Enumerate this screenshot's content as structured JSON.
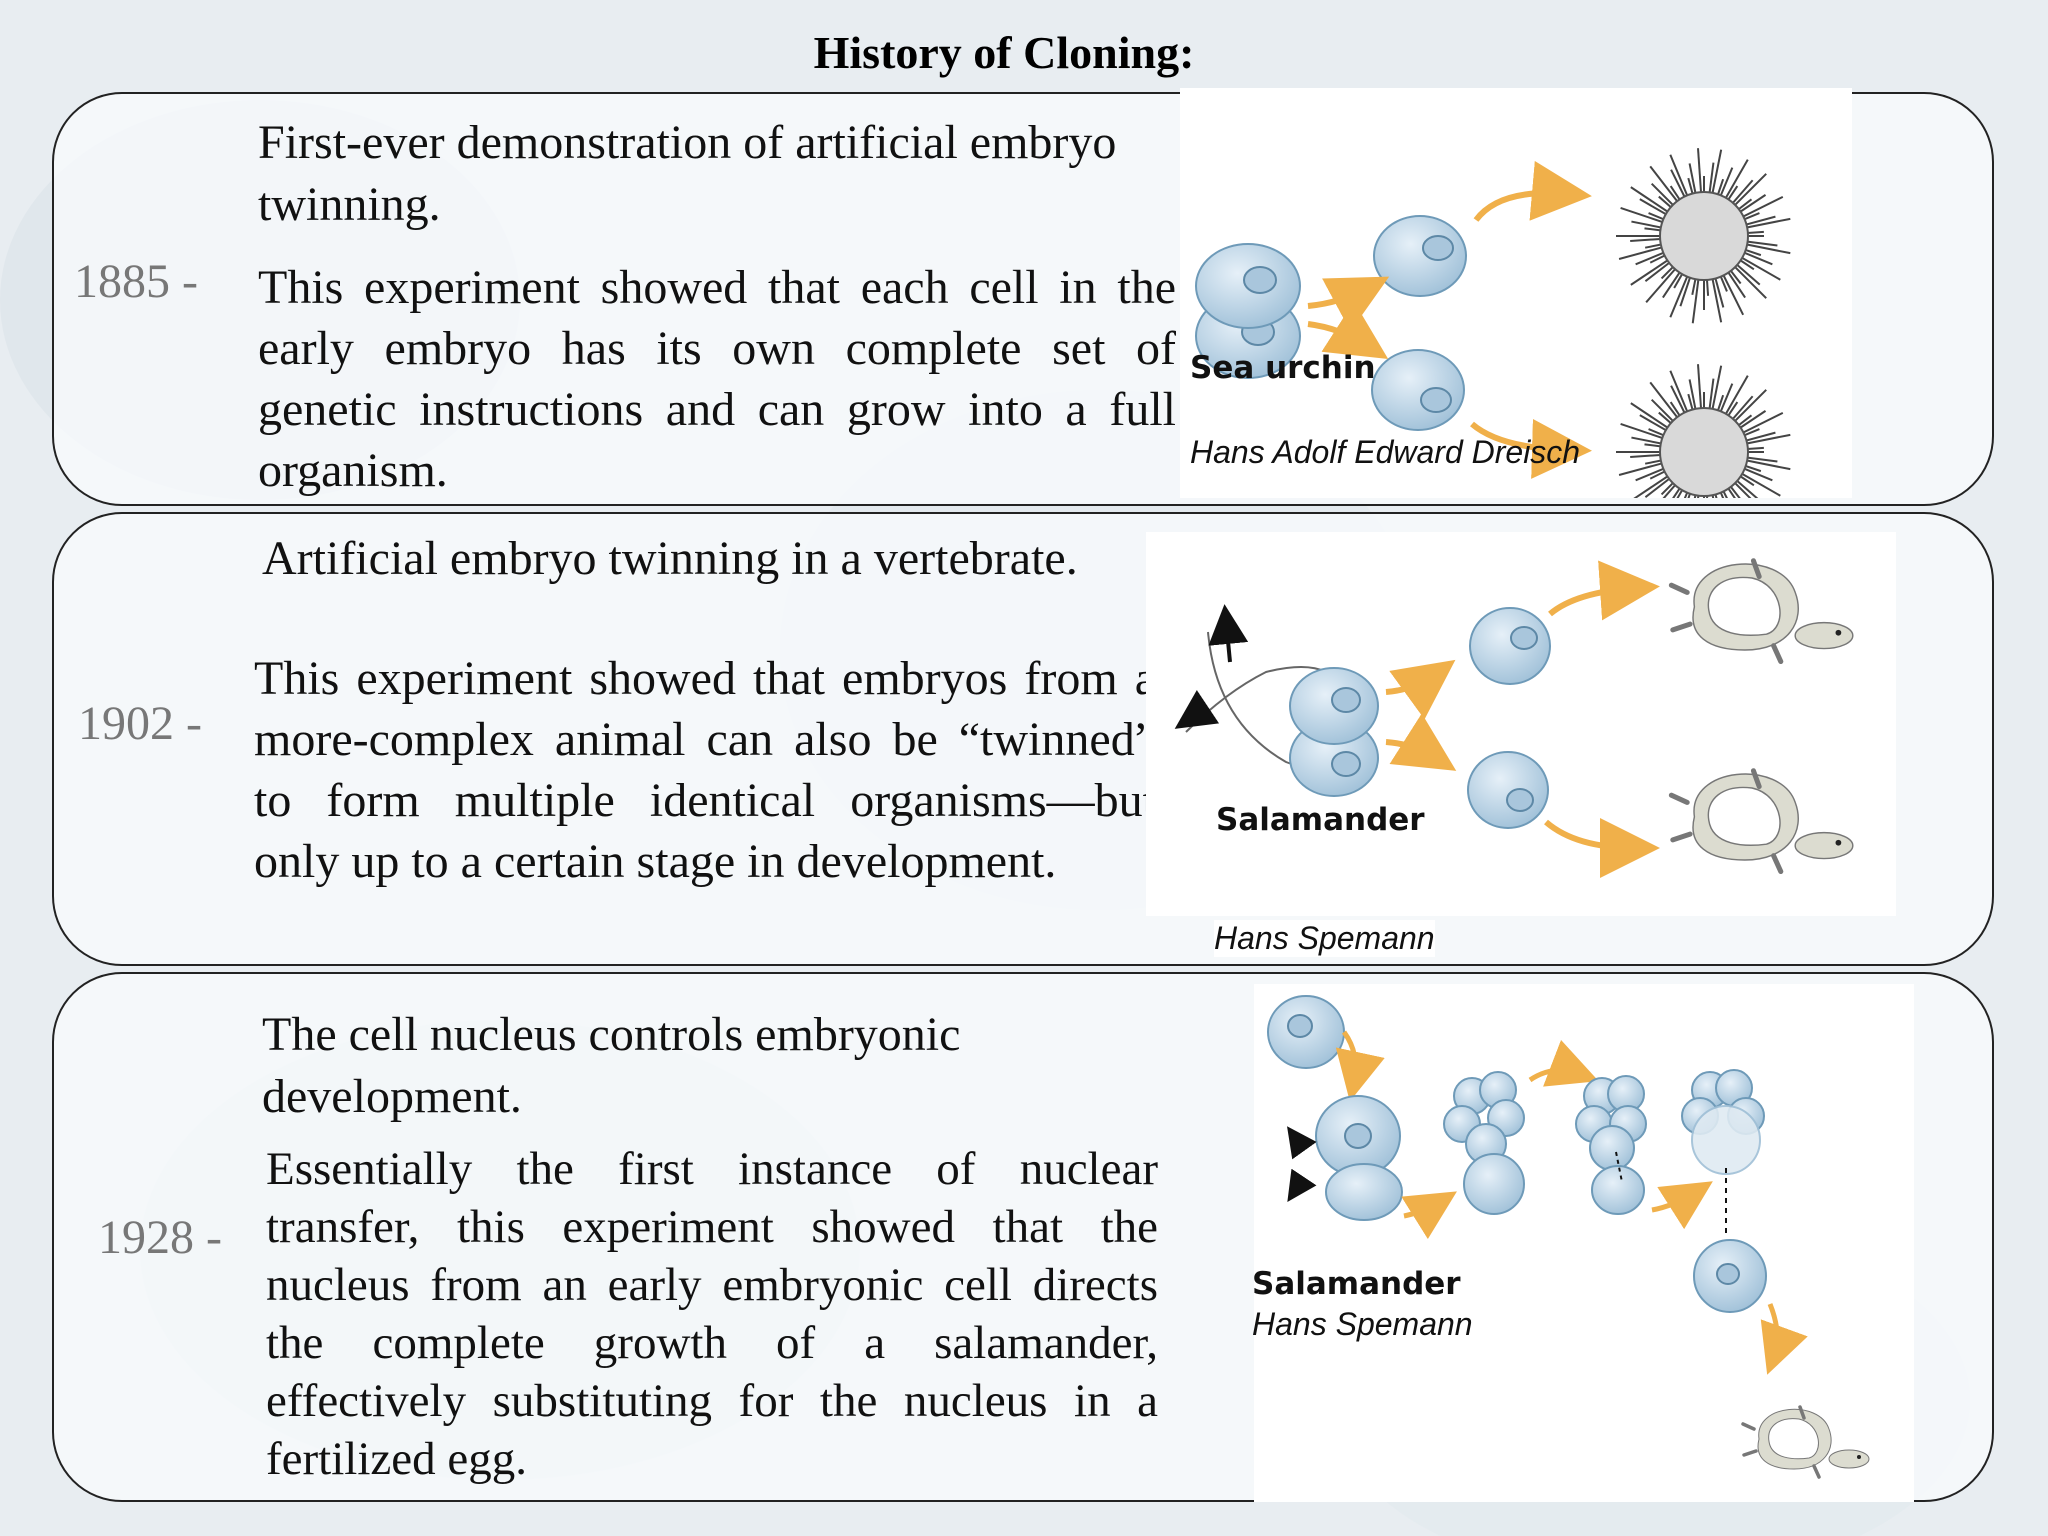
{
  "title": "History of Cloning:",
  "entries": [
    {
      "year": "1885 -",
      "heading": "First-ever demonstration of artificial embryo twinning.",
      "body": "This experiment showed that each cell in the early embryo has its own complete set of genetic instructions and can grow into a full organism.",
      "figure": {
        "organism": "Sea urchin",
        "scientist": "Hans Adolf Edward Dreisch"
      }
    },
    {
      "year": "1902 -",
      "heading": "Artificial embryo twinning in a vertebrate.",
      "body": "This experiment showed that embryos from a more-complex animal can also be “twinned” to form multiple identical organisms—but only up to a certain stage in development.",
      "figure": {
        "organism": "Salamander",
        "scientist": "Hans Spemann"
      }
    },
    {
      "year": "1928 -",
      "heading": "The cell nucleus controls embryonic development.",
      "body": "Essentially the first instance of nuclear transfer, this experiment showed that the nucleus from an early embryonic cell directs the complete growth of a salamander, effectively substituting for the nucleus in a fertilized egg.",
      "figure": {
        "organism": "Salamander",
        "scientist": "Hans Spemann"
      }
    }
  ]
}
